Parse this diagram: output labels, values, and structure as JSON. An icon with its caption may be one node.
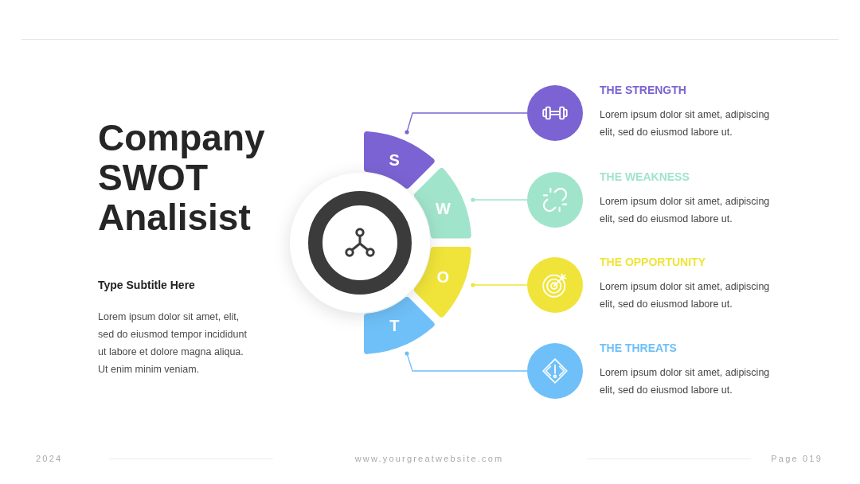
{
  "diagram": {
    "title": "Company SWOT Analisist",
    "nodes": [
      {
        "text": [
          "S"
        ]
      },
      {
        "text": [
          "W"
        ]
      },
      {
        "text": [
          "O"
        ]
      },
      {
        "text": [
          "T"
        ]
      },
      {
        "text": [],
        "shape": "circle",
        "beside": [
          "THE STRENGTH",
          "Lorem ipsum dolor sit amet, adipiscing elit, sed do eiusmod labore ut."
        ]
      },
      {
        "text": [],
        "shape": "circle",
        "beside": [
          "THE WEAKNESS",
          "Lorem ipsum dolor sit amet, adipiscing elit, sed do eiusmod labore ut."
        ]
      },
      {
        "text": [],
        "shape": "circle",
        "beside": [
          "THE OPPORTUNITY",
          "Lorem ipsum dolor sit amet, adipiscing elit, sed do eiusmod labore ut."
        ]
      },
      {
        "text": [],
        "shape": "circle",
        "beside": [
          "THE THREATS",
          "Lorem ipsum dolor sit amet, adipiscing elit, sed do eiusmod labore ut."
        ]
      }
    ],
    "edges": [
      {
        "from": 0,
        "to": 4,
        "arrow": "other",
        "color": "#7b63d3"
      },
      {
        "from": 1,
        "to": 5,
        "arrow": "other",
        "color": "#a1e4cc"
      },
      {
        "from": 2,
        "to": 6,
        "arrow": "other",
        "color": "#f0e43a"
      },
      {
        "from": 3,
        "to": 7,
        "arrow": "other",
        "color": "#6fc0f8"
      }
    ],
    "labels": [
      "Type Subtitle Here",
      "Lorem ipsum dolor sit amet, elit, sed do eiusmod tempor incididunt ut labore et dolore magna aliqua. Ut enim minim veniam.",
      "2024",
      "www.yourgreatwebsite.com",
      "Page 019"
    ]
  }
}
